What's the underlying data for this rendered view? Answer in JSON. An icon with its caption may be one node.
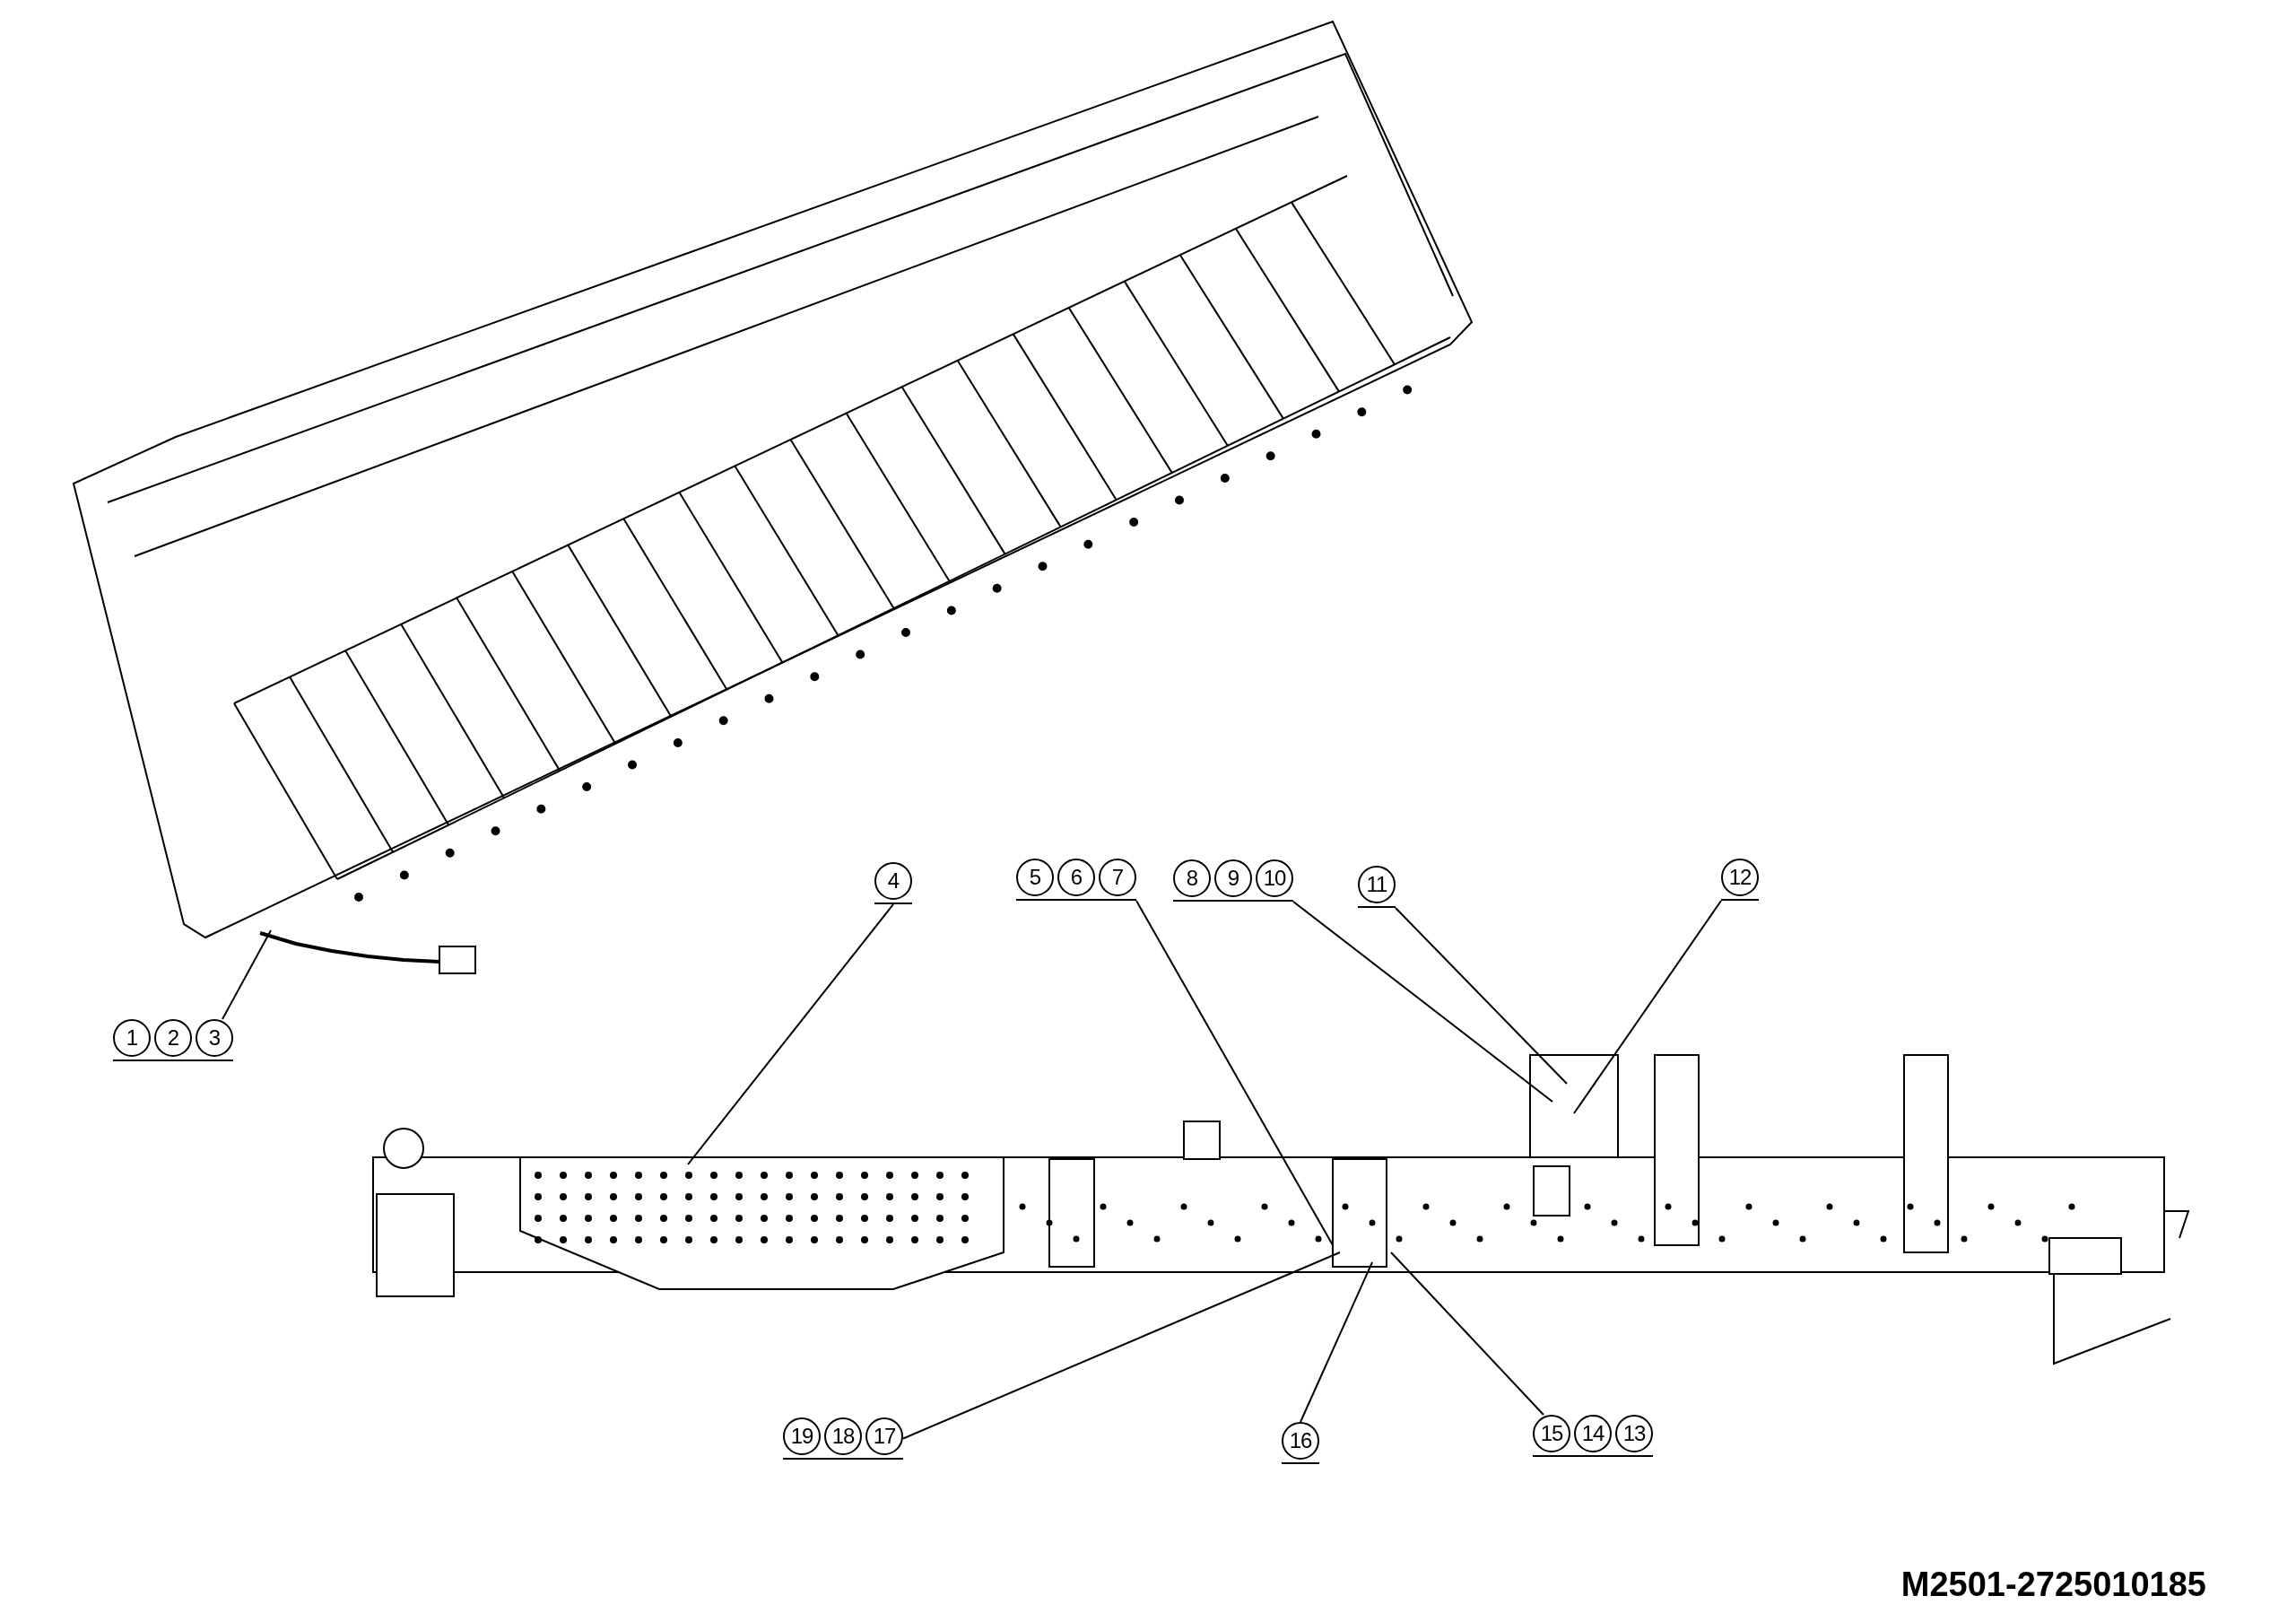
{
  "diagram": {
    "nodes": [
      {
        "text": [
          "1",
          "2",
          "3"
        ]
      },
      {
        "text": [
          "4"
        ]
      },
      {
        "text": [
          "5",
          "6",
          "7"
        ]
      },
      {
        "text": [
          "8",
          "9",
          "10"
        ]
      },
      {
        "text": [
          "11"
        ]
      },
      {
        "text": [
          "12"
        ]
      },
      {
        "text": [
          "19",
          "18",
          "17"
        ]
      },
      {
        "text": [
          "16"
        ]
      },
      {
        "text": [
          "15",
          "14",
          "13"
        ]
      }
    ],
    "edges": [
      {
        "from": 0,
        "to": null,
        "arrow": "none"
      },
      {
        "from": 1,
        "to": null,
        "arrow": "none"
      },
      {
        "from": 2,
        "to": null,
        "arrow": "none"
      },
      {
        "from": 3,
        "to": null,
        "arrow": "none"
      },
      {
        "from": 4,
        "to": null,
        "arrow": "none"
      },
      {
        "from": 5,
        "to": null,
        "arrow": "none"
      },
      {
        "from": 6,
        "to": null,
        "arrow": "none"
      },
      {
        "from": 7,
        "to": null,
        "arrow": "none"
      },
      {
        "from": 8,
        "to": null,
        "arrow": "none"
      }
    ],
    "labels": [
      "M2501-2725010185"
    ]
  }
}
